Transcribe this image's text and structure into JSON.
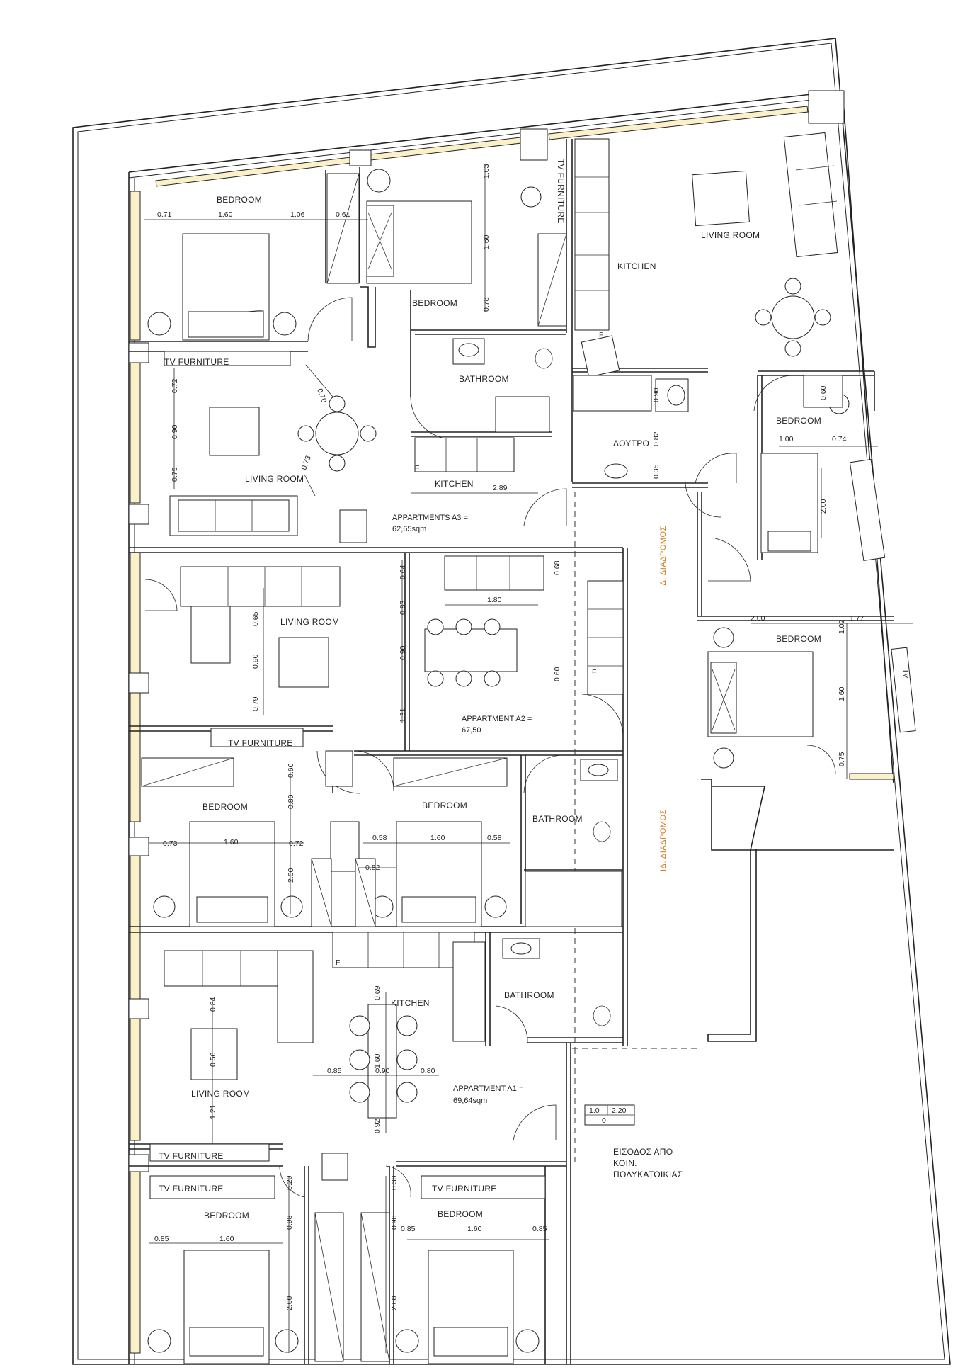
{
  "rooms": {
    "a3_bedroom_1": "BEDROOM",
    "a3_bedroom_2": "BEDROOM",
    "a3_tv_furniture": "TV FURNITURE",
    "a3_living_room": "LIVING ROOM",
    "a3_bathroom": "BATHROOM",
    "a3_kitchen": "KITCHEN",
    "a3_tv_furniture_vertical": "TV FURNITURE",
    "a4_kitchen": "KITCHEN",
    "a4_living_room": "LIVING ROOM",
    "a4_loutro": "ΛΟΥΤΡΟ",
    "a4_bedroom": "BEDROOM",
    "a2_living_room": "LIVING ROOM",
    "a2_tv_furniture": "TV FURNITURE",
    "a2_bedroom_1": "BEDROOM",
    "a2_bedroom_2": "BEDROOM",
    "a2_bathroom": "BATHROOM",
    "a5_bedroom": "BEDROOM",
    "a1_kitchen": "KITCHEN",
    "a1_bathroom": "BATHROOM",
    "a1_living_room": "LIVING ROOM",
    "a1_tv_furniture_1": "TV FURNITURE",
    "a1_tv_furniture_2": "TV FURNITURE",
    "a1_tv_furniture_3": "TV FURNITURE",
    "a1_bedroom_1": "BEDROOM",
    "a1_bedroom_2": "BEDROOM",
    "corridor_1": "ΙΔ. ΔΙΑΔΡΟΜΟΣ",
    "corridor_2": "ΙΔ. ΔΙΑΔΡΟΜΟΣ",
    "entrance_line1": "ΕΙΣΟΔΟΣ ΑΠΟ",
    "entrance_line2": "ΚΟΙΝ.",
    "entrance_line3": "ΠΟΛΥΚΑΤΟΙΚΙΑΣ",
    "tv_vertical_right": "TV"
  },
  "apartments": {
    "a3_name": "APPARTMENTS A3 =",
    "a3_area": "62,65sqm",
    "a2_name": "APPARTMENT A2 =",
    "a2_area": "67,50",
    "a1_name": "APPARTMENT A1 =",
    "a1_area": "69,64sqm"
  },
  "door_tag": {
    "top_left": "1.0",
    "top_right": "2.20",
    "bottom": "0"
  },
  "fridge_mark": "F",
  "dimensions": {
    "a3b1_d1": "0.71",
    "a3b1_d2": "1.60",
    "a3b1_d3": "1.06",
    "a3b2_d1": "0.61",
    "a3b2_v1": "1.03",
    "a3b2_v2": "1.60",
    "a3b2_v3": "0.78",
    "a3lr_v1": "0.72",
    "a3lr_v2": "0.90",
    "a3lr_v3": "0.75",
    "a3lr_diag1": "0.70",
    "a3lr_diag2": "0.73",
    "a3k_w": "2.89",
    "a4b_v1": "0.60",
    "a4b_h1": "1.00",
    "a4b_h2": "0.74",
    "a4b_v2": "2.00",
    "a4l_v1": "0.90",
    "a4l_v2": "0.82",
    "a4l_v3": "0.35",
    "a2lr_v1": "0.65",
    "a2lr_v2": "0.90",
    "a2lr_v3": "0.79",
    "a2dn_v1": "0.64",
    "a2dn_v2": "0.83",
    "a2dn_v3": "0.90",
    "a2dn_v4": "1.31",
    "a2dn_h1": "1.80",
    "a2k_v1": "0.68",
    "a2k_v2": "0.60",
    "a2b1_h1": "0.73",
    "a2b1_h2": "1.60",
    "a2b1_h3": "0.72",
    "a2b1_v1": "0.60",
    "a2b1_v2": "0.80",
    "a2b1_v3": "2.00",
    "a2b2_h1": "0.58",
    "a2b2_h2": "1.60",
    "a2b2_h3": "0.58",
    "a2b2_h4": "0.82",
    "a5b_h1": "2.00",
    "a5b_h2": "1.77",
    "a5b_v1": "1.02",
    "a5b_v2": "1.60",
    "a5b_v3": "0.75",
    "a1lr_v1": "0.84",
    "a1lr_v2": "0.50",
    "a1lr_v3": "1.21",
    "a1dn_v1": "0.69",
    "a1dn_v2": "1.60",
    "a1dn_v3": "0.92",
    "a1dn_h1": "0.85",
    "a1dn_h2": "0.90",
    "a1dn_h3": "0.80",
    "a1b1_h1": "0.85",
    "a1b1_h2": "1.60",
    "a1b1_v1": "0.20",
    "a1b1_v2": "0.98",
    "a1b1_v3": "2.00",
    "a1b2_h1": "0.85",
    "a1b2_h2": "1.60",
    "a1b2_h3": "0.85",
    "a1b2_v1": "0.30",
    "a1b2_v2": "0.98",
    "a1b2_v3": "2.00"
  },
  "colors": {
    "line": "#222222",
    "window_fill": "#fbf1c9",
    "corridor_text": "#d07a20"
  }
}
